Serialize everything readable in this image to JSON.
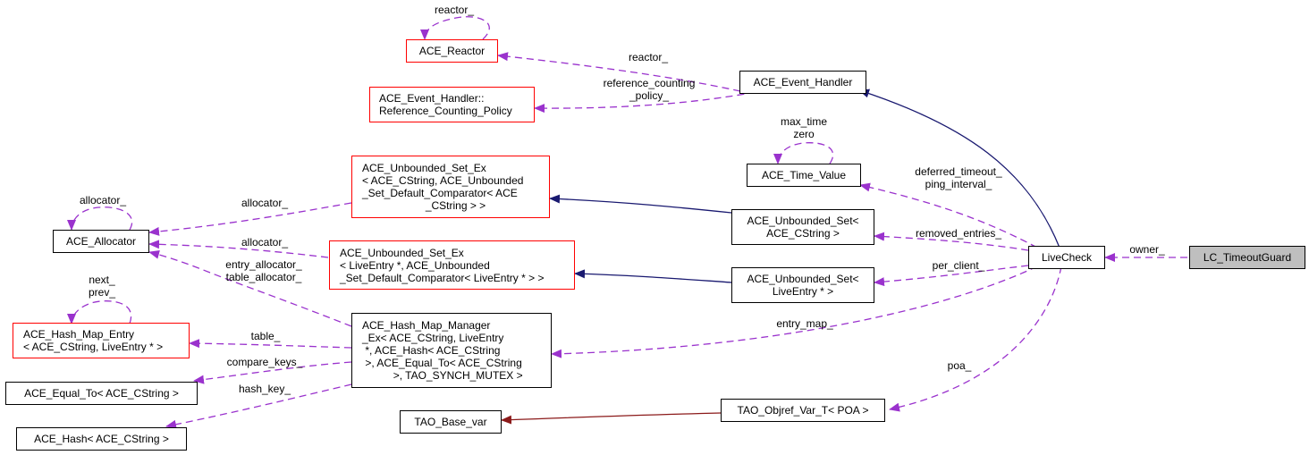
{
  "nodes": {
    "ace_reactor": {
      "lines": [
        "ACE_Reactor"
      ],
      "style": "red"
    },
    "ref_policy": {
      "lines": [
        "ACE_Event_Handler::",
        "Reference_Counting_Policy"
      ],
      "style": "red"
    },
    "event_handler": {
      "lines": [
        "ACE_Event_Handler"
      ],
      "style": "normal"
    },
    "time_value": {
      "lines": [
        "ACE_Time_Value"
      ],
      "style": "normal"
    },
    "allocator": {
      "lines": [
        "ACE_Allocator"
      ],
      "style": "normal"
    },
    "uset_ex_cstring": {
      "lines": [
        "ACE_Unbounded_Set_Ex",
        "< ACE_CString, ACE_Unbounded",
        "_Set_Default_Comparator< ACE",
        "_CString > >"
      ],
      "style": "red"
    },
    "uset_ex_liveentry": {
      "lines": [
        "ACE_Unbounded_Set_Ex",
        "< LiveEntry *, ACE_Unbounded",
        "_Set_Default_Comparator< LiveEntry * > >"
      ],
      "style": "red"
    },
    "uset_cstring": {
      "lines": [
        "ACE_Unbounded_Set<",
        "ACE_CString >"
      ],
      "style": "normal"
    },
    "uset_liveentry": {
      "lines": [
        "ACE_Unbounded_Set<",
        "LiveEntry * >"
      ],
      "style": "normal"
    },
    "livecheck": {
      "lines": [
        "LiveCheck"
      ],
      "style": "normal"
    },
    "timeout_guard": {
      "lines": [
        "LC_TimeoutGuard"
      ],
      "style": "highlight"
    },
    "hash_map_entry": {
      "lines": [
        "ACE_Hash_Map_Entry",
        "< ACE_CString, LiveEntry * >"
      ],
      "style": "red"
    },
    "hash_map_manager": {
      "lines": [
        "ACE_Hash_Map_Manager",
        "_Ex< ACE_CString, LiveEntry",
        " *, ACE_Hash< ACE_CString",
        " >, ACE_Equal_To< ACE_CString",
        " >, TAO_SYNCH_MUTEX >"
      ],
      "style": "normal"
    },
    "equal_to": {
      "lines": [
        "ACE_Equal_To< ACE_CString >"
      ],
      "style": "normal"
    },
    "hash": {
      "lines": [
        "ACE_Hash< ACE_CString >"
      ],
      "style": "normal"
    },
    "base_var": {
      "lines": [
        "TAO_Base_var"
      ],
      "style": "normal"
    },
    "objref_var": {
      "lines": [
        "TAO_Objref_Var_T< POA >"
      ],
      "style": "normal"
    }
  },
  "edge_labels": {
    "reactor_self": "reactor_",
    "reactor": "reactor_",
    "ref_policy": "reference_counting\n_policy_",
    "time_self": "max_time\nzero",
    "deferred": "deferred_timeout_\nping_interval_",
    "allocator_self": "allocator_",
    "allocator1": "allocator_",
    "allocator2": "allocator_",
    "entry_table_alloc": "entry_allocator_\ntable_allocator_",
    "removed": "removed_entries_",
    "per_client": "per_client_",
    "entry_map": "entry_map_",
    "owner": "owner_",
    "next_prev": "next_\nprev_",
    "table": "table_",
    "compare_keys": "compare_keys_",
    "hash_key": "hash_key_",
    "poa": "poa_"
  },
  "colors": {
    "usage_edge": "#9a32cd",
    "inheritance_edge": "#191970",
    "private_inheritance_edge": "#8b1a1a",
    "red_border": "#ff0000",
    "highlight_fill": "#bfbfbf"
  }
}
